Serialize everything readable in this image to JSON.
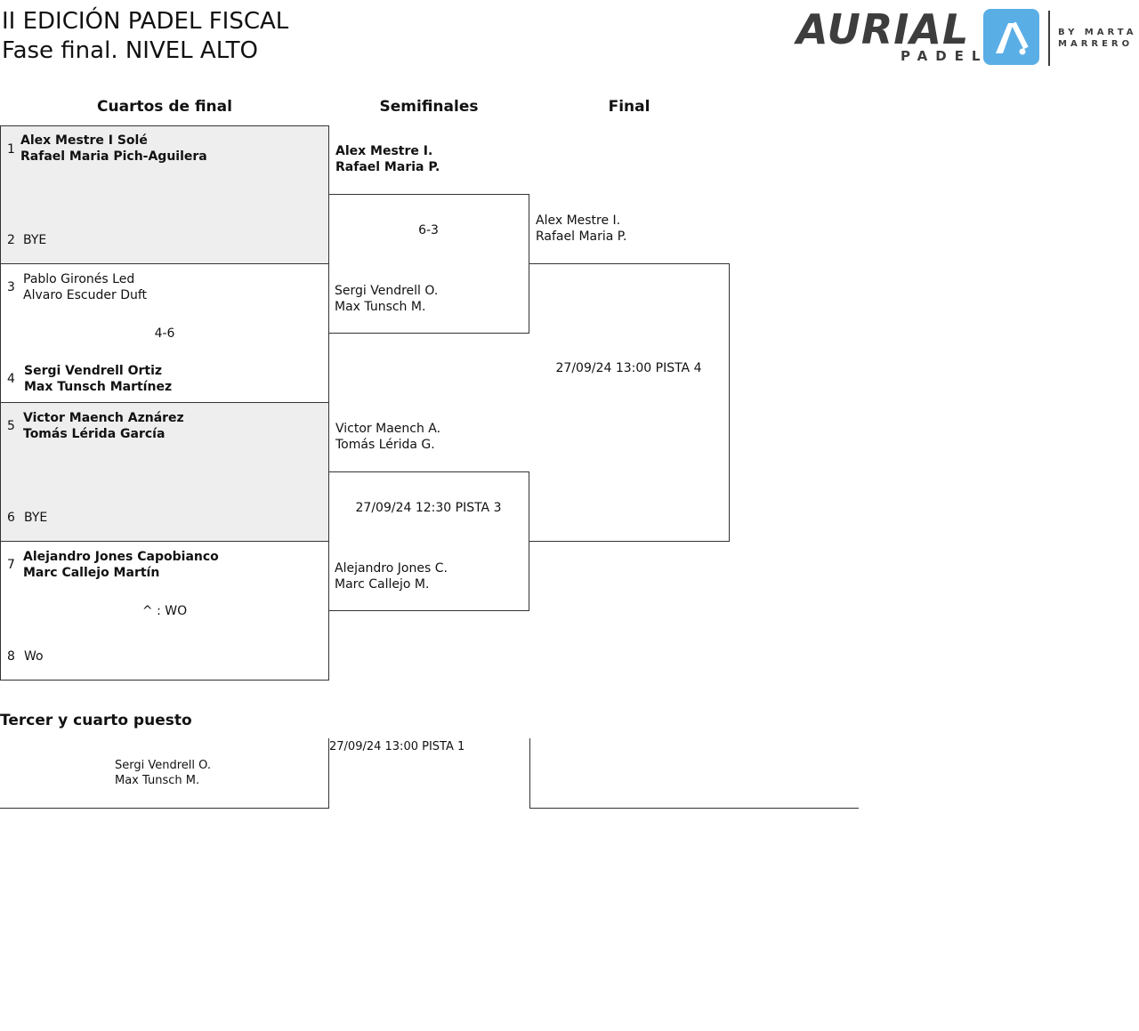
{
  "header": {
    "title_line1": "II EDICIÓN PADEL FISCAL",
    "title_line2": "Fase final. NIVEL ALTO"
  },
  "logo": {
    "word": "AURIAL",
    "sub": "PADEL",
    "by_line1": "BY MARTA",
    "by_line2": "MARRERO",
    "brand_color": "#5aaee6",
    "badge_icon": "racket-logo-icon"
  },
  "rounds": {
    "quarters": "Cuartos de final",
    "semis": "Semifinales",
    "final": "Final"
  },
  "quarterfinals": [
    {
      "top": {
        "seed": "1",
        "p1": "Alex Mestre I Solé",
        "p2": "Rafael Maria Pich-Aguilera",
        "winner": true
      },
      "bottom": {
        "seed": "2",
        "p1": "BYE",
        "p2": "",
        "winner": false
      },
      "result": "",
      "shaded": true
    },
    {
      "top": {
        "seed": "3",
        "p1": "Pablo Gironés Led",
        "p2": "Alvaro Escuder Duft",
        "winner": false
      },
      "bottom": {
        "seed": "4",
        "p1": "Sergi Vendrell Ortiz",
        "p2": "Max Tunsch Martínez",
        "winner": true
      },
      "result": "4-6",
      "shaded": false
    },
    {
      "top": {
        "seed": "5",
        "p1": "Victor Maench Aznárez",
        "p2": "Tomás Lérida García",
        "winner": true
      },
      "bottom": {
        "seed": "6",
        "p1": "BYE",
        "p2": "",
        "winner": false
      },
      "result": "",
      "shaded": true
    },
    {
      "top": {
        "seed": "7",
        "p1": "Alejandro Jones Capobianco",
        "p2": "Marc Callejo Martín",
        "winner": true
      },
      "bottom": {
        "seed": "8",
        "p1": "Wo",
        "p2": "",
        "winner": false
      },
      "result": "^ : WO",
      "shaded": false
    }
  ],
  "semifinals": [
    {
      "top": {
        "p1": "Alex Mestre I.",
        "p2": "Rafael Maria P.",
        "winner": true
      },
      "bottom": {
        "p1": "Sergi Vendrell O.",
        "p2": "Max Tunsch M.",
        "winner": false
      },
      "result": "6-3"
    },
    {
      "top": {
        "p1": "Victor Maench A.",
        "p2": "Tomás Lérida G.",
        "winner": false
      },
      "bottom": {
        "p1": "Alejandro Jones C.",
        "p2": "Marc Callejo M.",
        "winner": false
      },
      "result": "27/09/24 12:30 PISTA 3"
    }
  ],
  "final": {
    "top": {
      "p1": "Alex Mestre I.",
      "p2": "Rafael Maria P."
    },
    "schedule": "27/09/24 13:00 PISTA 4"
  },
  "third_place": {
    "heading": "Tercer y cuarto puesto",
    "p1": "Sergi Vendrell O.",
    "p2": "Max Tunsch M.",
    "schedule": "27/09/24 13:00 PISTA 1"
  }
}
